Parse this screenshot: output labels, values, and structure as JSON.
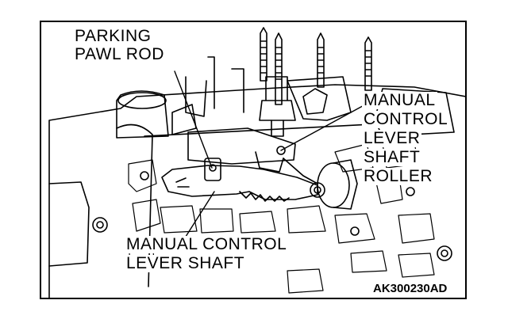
{
  "labels": {
    "parking_line1": "PARKING",
    "parking_line2": "PAWL ROD",
    "manual_line1": "MANUAL",
    "manual_line2": "CONTROL",
    "manual_line3": "LEVER",
    "manual_line4": "SHAFT",
    "manual_line5": "ROLLER",
    "shaft_line1": "MANUAL CONTROL",
    "shaft_line2": "LEVER SHAFT"
  },
  "figure_code": "AK300230AD"
}
